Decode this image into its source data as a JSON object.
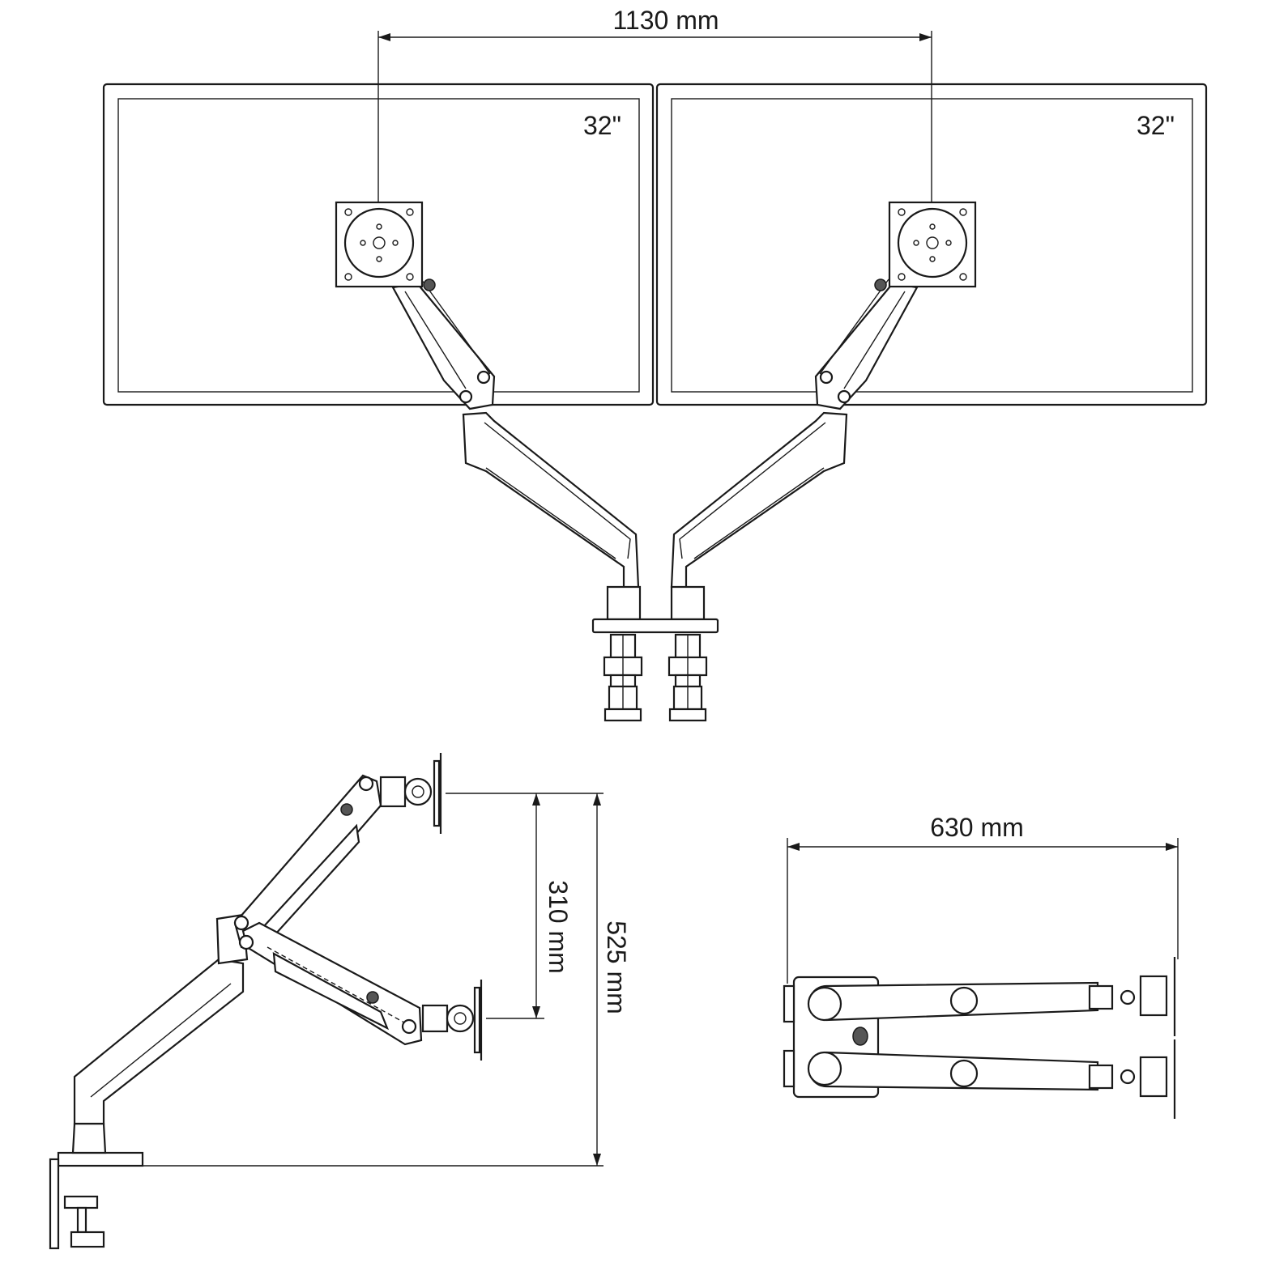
{
  "dimensions": {
    "monitor_spacing": "1130 mm",
    "arm_reach": "630 mm",
    "height_inner": "310 mm",
    "height_outer": "525 mm"
  },
  "monitors": {
    "left_size": "32\"",
    "right_size": "32\""
  }
}
